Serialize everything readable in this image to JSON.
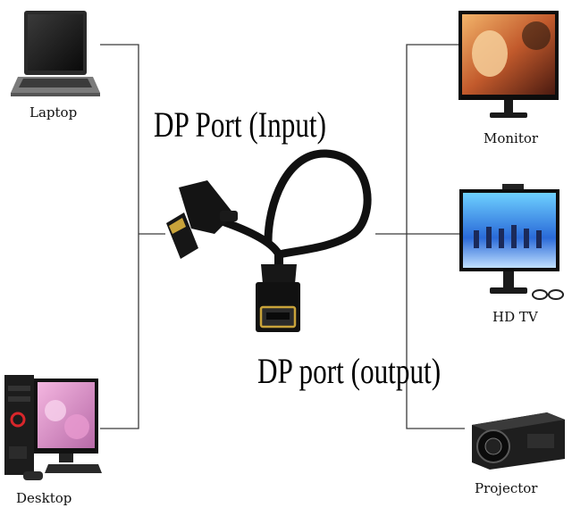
{
  "devices": {
    "laptop": "Laptop",
    "desktop": "Desktop",
    "monitor": "Monitor",
    "hd_tv": "HD TV",
    "projector": "Projector"
  },
  "ports": {
    "input": "DP Port (Input)",
    "output": "DP port (output)"
  },
  "colors": {
    "line": "#3a3a3a",
    "cable": "#111111",
    "gold": "#c9a33a"
  }
}
